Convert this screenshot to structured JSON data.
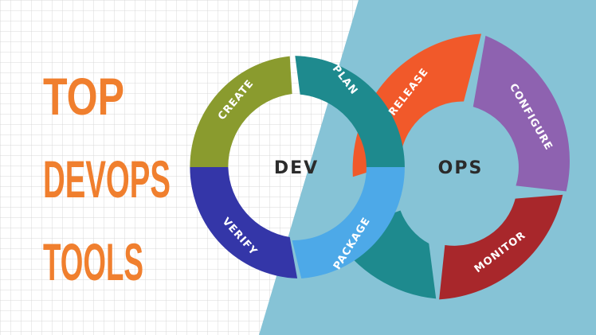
{
  "headline": {
    "line1": "TOP",
    "line2": "DEVOPS",
    "line3": "TOOLS",
    "color": "#F07F2E"
  },
  "diagram": {
    "dev_label": "DEV",
    "ops_label": "OPS",
    "background_panel_color": "#86C3D6",
    "grid_line_color": "#D9D9D9",
    "segments": {
      "create": {
        "label": "CREATE",
        "color": "#8A9B2E"
      },
      "plan": {
        "label": "PLAN",
        "color": "#1E8A8E"
      },
      "package": {
        "label": "PACKAGE",
        "color": "#4DA9E8"
      },
      "verify": {
        "label": "VERIFY",
        "color": "#3436A8"
      },
      "release": {
        "label": "RELEASE",
        "color": "#F1592A"
      },
      "configure": {
        "label": "CONFIGURE",
        "color": "#8E62B0"
      },
      "monitor": {
        "label": "MONITOR",
        "color": "#A8272B"
      },
      "connector": {
        "label": "",
        "color": "#1E8A8E"
      }
    }
  }
}
